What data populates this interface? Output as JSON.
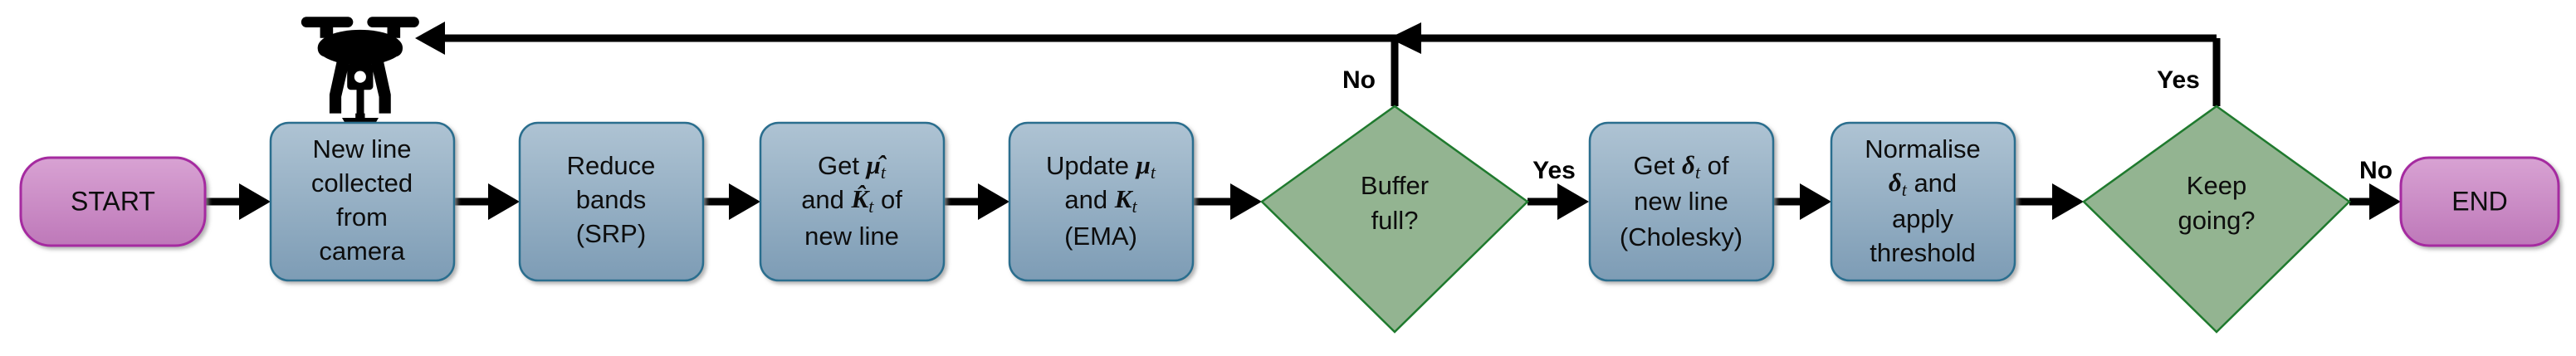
{
  "diagram": {
    "title": "Online anomaly detection pipeline flowchart",
    "background": "#ffffff",
    "colors": {
      "process_fill_top": "#a8bfd0",
      "process_fill_bottom": "#7e9cb4",
      "process_stroke": "#2a6e8e",
      "decision_fill": "#93b491",
      "decision_stroke": "#1f7a2e",
      "terminal_fill_top": "#d79ed2",
      "terminal_fill_bottom": "#c07dbb",
      "terminal_stroke": "#a52ba0",
      "edge": "#000000",
      "text": "#0d0d0d"
    }
  },
  "icons": {
    "drone": "drone-icon"
  },
  "nodes": {
    "start": {
      "id": "start",
      "type": "terminal",
      "label": "START"
    },
    "new_line": {
      "id": "new-line-collected",
      "type": "process",
      "lines": [
        "New line",
        "collected",
        "from",
        "camera"
      ]
    },
    "reduce_bands": {
      "id": "reduce-bands",
      "type": "process",
      "lines": [
        "Reduce",
        "bands",
        "(SRP)"
      ]
    },
    "get_estimates": {
      "id": "get-mu-k-hat",
      "type": "process",
      "lines": [
        "Get μ̂_t",
        "and K̂_t of",
        "new line"
      ],
      "line1_pre": "Get ",
      "line1_sym": "μ̂",
      "line1_sub": "t",
      "line2_pre": "and ",
      "line2_sym": "K̂",
      "line2_sub": "t",
      "line2_post": " of",
      "line3": "new line"
    },
    "update_ema": {
      "id": "update-mu-k-ema",
      "type": "process",
      "lines": [
        "Update μ_t",
        "and K_t",
        "(EMA)"
      ],
      "line1_pre": "Update ",
      "line1_sym": "μ",
      "line1_sub": "t",
      "line2_pre": "and ",
      "line2_sym": "K",
      "line2_sub": "t",
      "line3": "(EMA)"
    },
    "buffer_full": {
      "id": "buffer-full",
      "type": "decision",
      "lines": [
        "Buffer",
        "full?"
      ]
    },
    "get_delta": {
      "id": "get-delta-cholesky",
      "type": "process",
      "lines": [
        "Get δ_t of",
        "new line",
        "(Cholesky)"
      ],
      "line1_pre": "Get ",
      "line1_sym": "δ",
      "line1_sub": "t",
      "line1_post": " of",
      "line2": "new line",
      "line3": "(Cholesky)"
    },
    "normalise": {
      "id": "normalise-delta-threshold",
      "type": "process",
      "lines": [
        "Normalise",
        "δ_t and",
        "apply",
        "threshold"
      ],
      "line1": "Normalise",
      "line2_sym": "δ",
      "line2_sub": "t",
      "line2_post": " and",
      "line3": "apply",
      "line4": "threshold"
    },
    "keep_going": {
      "id": "keep-going",
      "type": "decision",
      "lines": [
        "Keep",
        "going?"
      ]
    },
    "end": {
      "id": "end",
      "type": "terminal",
      "label": "END"
    }
  },
  "edge_labels": {
    "buffer_no": "No",
    "buffer_yes": "Yes",
    "keep_yes": "Yes",
    "keep_no": "No"
  },
  "edges": [
    {
      "from": "drone",
      "to": "new_line",
      "label": ""
    },
    {
      "from": "start",
      "to": "new_line",
      "label": ""
    },
    {
      "from": "new_line",
      "to": "reduce_bands",
      "label": ""
    },
    {
      "from": "reduce_bands",
      "to": "get_estimates",
      "label": ""
    },
    {
      "from": "get_estimates",
      "to": "update_ema",
      "label": ""
    },
    {
      "from": "update_ema",
      "to": "buffer_full",
      "label": ""
    },
    {
      "from": "buffer_full",
      "to": "drone",
      "label": "No"
    },
    {
      "from": "buffer_full",
      "to": "get_delta",
      "label": "Yes"
    },
    {
      "from": "get_delta",
      "to": "normalise",
      "label": ""
    },
    {
      "from": "normalise",
      "to": "keep_going",
      "label": ""
    },
    {
      "from": "keep_going",
      "to": "drone",
      "label": "Yes"
    },
    {
      "from": "keep_going",
      "to": "end",
      "label": "No"
    }
  ]
}
